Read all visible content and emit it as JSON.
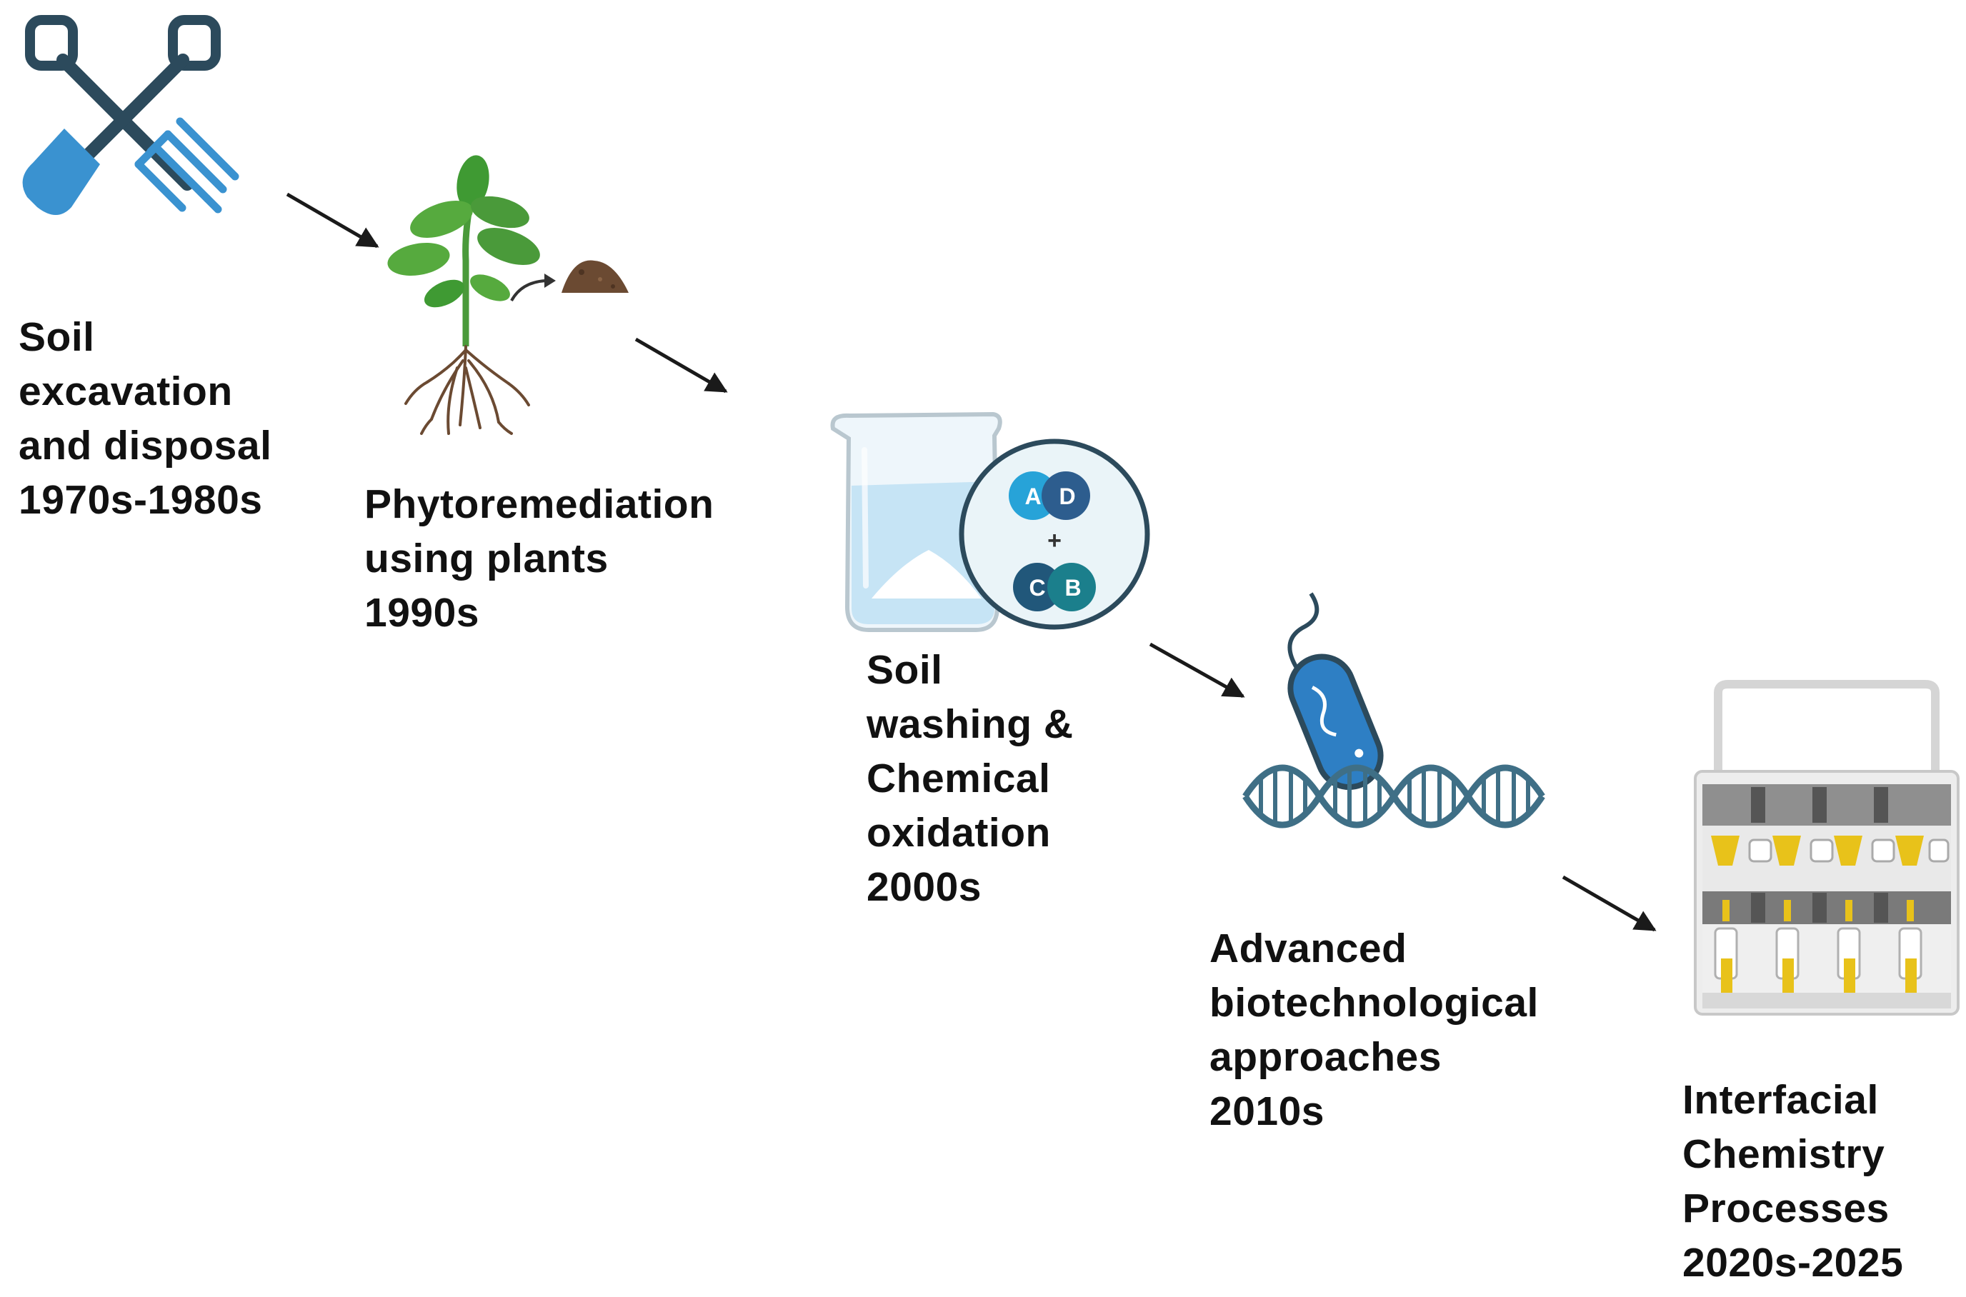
{
  "stages": [
    {
      "lines": [
        "Soil",
        "excavation",
        "and disposal",
        "1970s-1980s"
      ],
      "icon": "shovel-and-fork-icon"
    },
    {
      "lines": [
        "Phytoremediation",
        "using plants",
        "1990s"
      ],
      "icon": "plant-with-roots-icon"
    },
    {
      "lines": [
        "Soil",
        "washing &",
        "Chemical",
        "oxidation",
        "2000s"
      ],
      "icon": "beaker-reaction-icon"
    },
    {
      "lines": [
        "Advanced",
        "biotechnological",
        "approaches",
        "2010s"
      ],
      "icon": "bacterium-dna-icon"
    },
    {
      "lines": [
        "Interfacial",
        "Chemistry",
        "Processes",
        "2020s-2025"
      ],
      "icon": "extraction-apparatus-icon"
    }
  ],
  "molecules": {
    "a": "A",
    "d": "D",
    "plus": "+",
    "c": "C",
    "b": "B"
  },
  "colors": {
    "text": "#111111",
    "arrow": "#1a1a1a",
    "tool_blue": "#3a92d0",
    "tool_dark": "#2c4a5c",
    "leaf_green": "#4a9a3a",
    "root_brown": "#6b4a32",
    "water_blue": "#bfe0f3",
    "bacterium_blue": "#2e7fc4",
    "dna_teal": "#3f6f86",
    "apparatus_gray": "#9a9a9a",
    "apparatus_yellow": "#e8c21a"
  }
}
